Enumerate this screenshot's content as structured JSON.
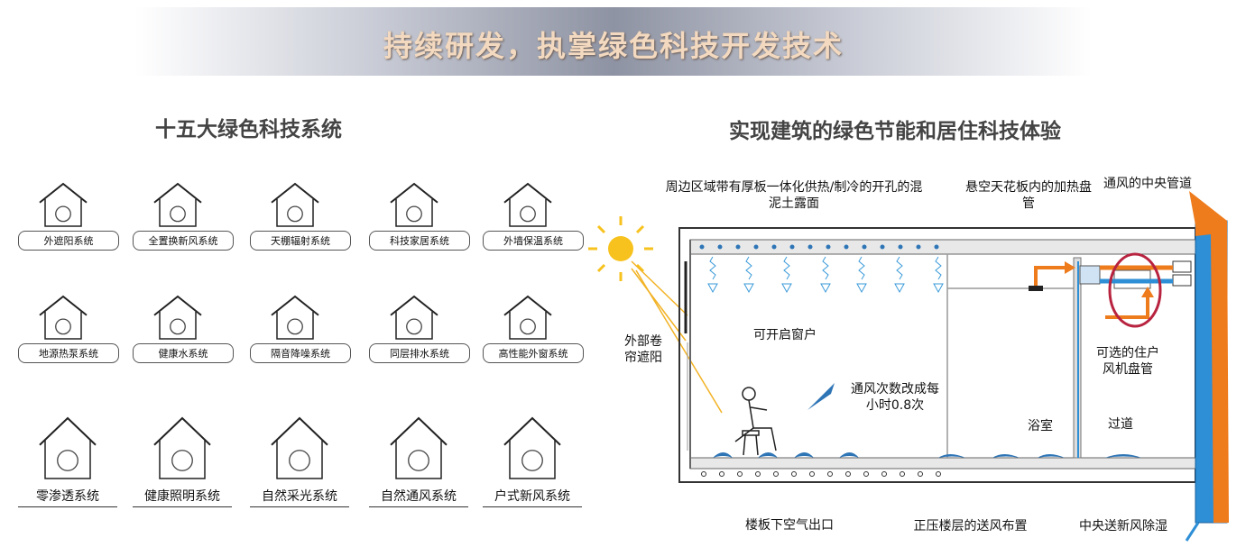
{
  "banner": {
    "title": "持续研发，执掌绿色科技开发技术"
  },
  "left": {
    "heading": "十五大绿色科技系统",
    "systems": [
      {
        "label": "外遮阳系统",
        "icon": "sunshade-icon"
      },
      {
        "label": "全置换新风系统",
        "icon": "fresh-air-icon"
      },
      {
        "label": "天棚辐射系统",
        "icon": "ceiling-radiation-icon"
      },
      {
        "label": "科技家居系统",
        "icon": "smart-home-icon"
      },
      {
        "label": "外墙保温系统",
        "icon": "wall-insulation-icon"
      },
      {
        "label": "地源热泵系统",
        "icon": "ground-heat-pump-icon"
      },
      {
        "label": "健康水系统",
        "icon": "healthy-water-icon"
      },
      {
        "label": "隔音降噪系统",
        "icon": "soundproof-icon"
      },
      {
        "label": "同层排水系统",
        "icon": "drainage-icon"
      },
      {
        "label": "高性能外窗系统",
        "icon": "window-icon"
      },
      {
        "label": "零渗透系统",
        "icon": "zero-leak-icon"
      },
      {
        "label": "健康照明系统",
        "icon": "lighting-icon"
      },
      {
        "label": "自然采光系统",
        "icon": "daylight-icon"
      },
      {
        "label": "自然通风系统",
        "icon": "ventilation-icon"
      },
      {
        "label": "户式新风系统",
        "icon": "home-fresh-air-icon"
      }
    ]
  },
  "right": {
    "heading": "实现建筑的绿色节能和居住科技体验",
    "notes": {
      "slab": "周边区域带有厚板一体化供热/制冷的开孔的混泥土露面",
      "ceiling_coil": "悬空天花板内的加热盘管",
      "central_duct": "通风的中央管道",
      "blind": "外部卷帘遮阳",
      "window": "可开启窗户",
      "air_change": "通风次数改成每小时0.8次",
      "fan_coil": "可选的住户风机盘管",
      "bathroom": "浴室",
      "corridor": "过道",
      "floor_outlet": "楼板下空气出口",
      "supply_layout": "正压楼层的送风布置",
      "dehumid": "中央送新风除湿"
    }
  },
  "colors": {
    "accent_orange": "#ee7b1c",
    "accent_blue": "#2e8fd6",
    "sun": "#f7c21d",
    "highlight": "#b8233f"
  }
}
